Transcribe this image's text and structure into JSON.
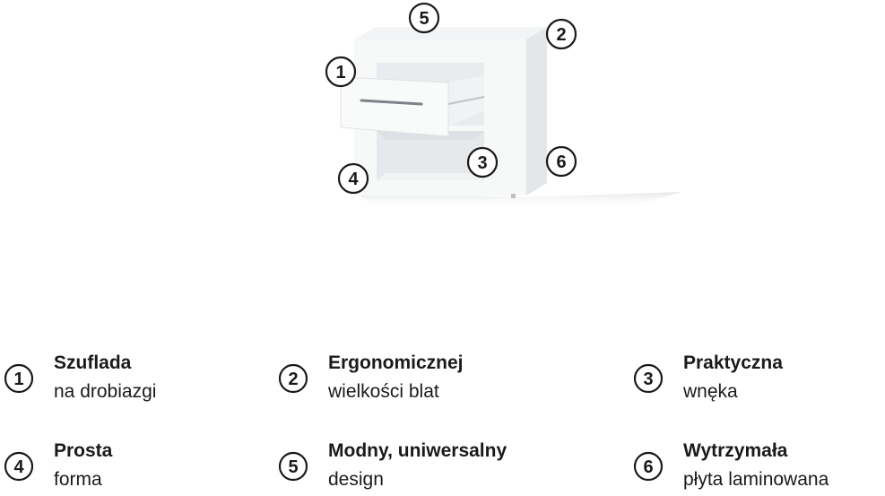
{
  "callouts": [
    "1",
    "2",
    "3",
    "4",
    "5",
    "6"
  ],
  "features": [
    {
      "num": "1",
      "title": "Szuflada",
      "desc": "na drobiazgi"
    },
    {
      "num": "2",
      "title": "Ergonomicznej",
      "desc": "wielkości blat"
    },
    {
      "num": "3",
      "title": "Praktyczna",
      "desc": "wnęka"
    },
    {
      "num": "4",
      "title": "Prosta",
      "desc": "forma"
    },
    {
      "num": "5",
      "title": "Modny, uniwersalny",
      "desc": "design"
    },
    {
      "num": "6",
      "title": "Wytrzymała",
      "desc": "płyta laminowana"
    }
  ]
}
